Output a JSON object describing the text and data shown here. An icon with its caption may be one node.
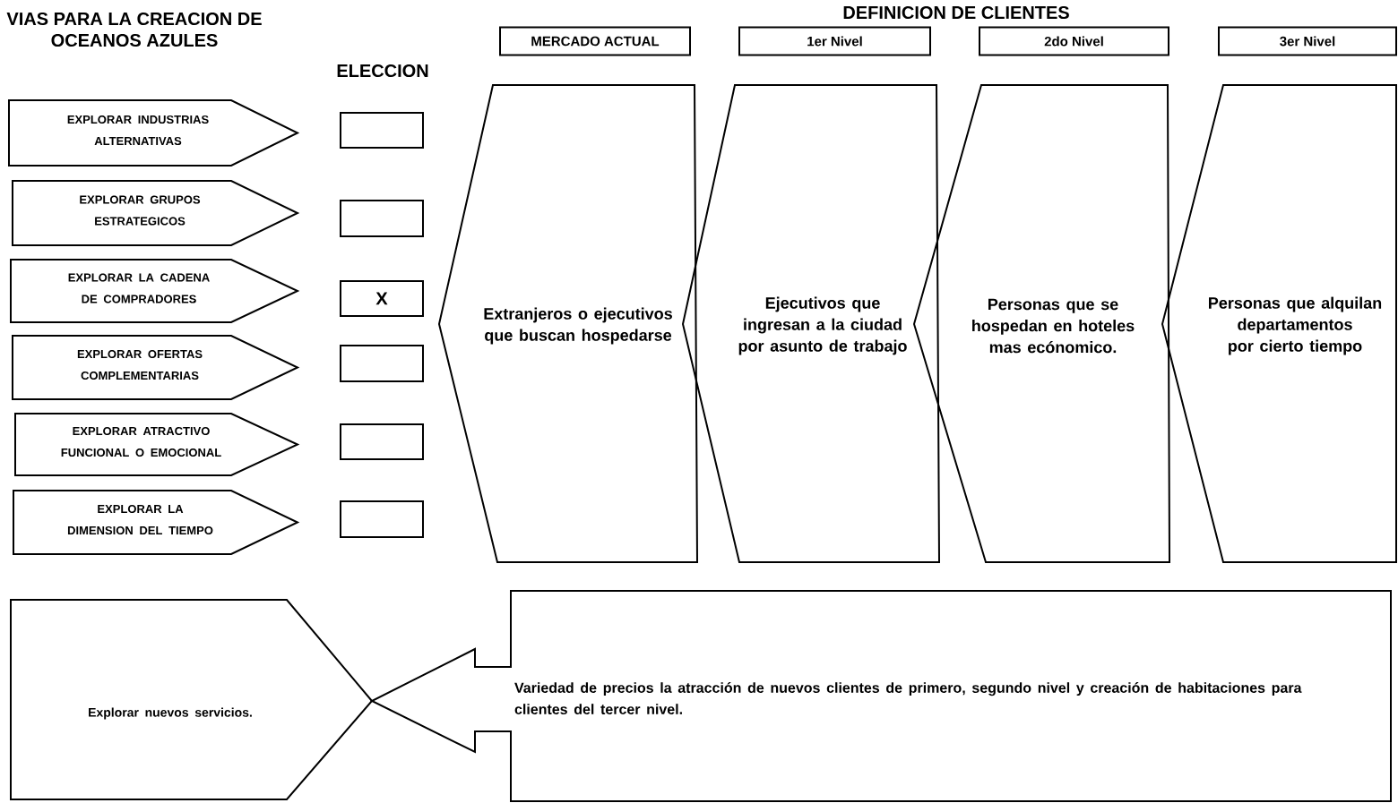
{
  "diagram": {
    "title": "VIAS PARA LA CREACION DE OCEANOS AZULES",
    "nodes": [
      {
        "text": [
          "EXPLORAR INDUSTRIAS ALTERNATIVAS"
        ]
      },
      {
        "text": [
          "EXPLORAR GRUPOS ESTRATEGICOS"
        ]
      },
      {
        "text": [
          "EXPLORAR LA CADENA DE COMPRADORES"
        ]
      },
      {
        "text": [
          "EXPLORAR OFERTAS COMPLEMENTARIAS"
        ]
      },
      {
        "text": [
          "EXPLORAR ATRACTIVO FUNCIONAL O EMOCIONAL"
        ]
      },
      {
        "text": [
          "EXPLORAR LA DIMENSION DEL TIEMPO"
        ]
      },
      {
        "text": [],
        "shape": "box"
      },
      {
        "text": [],
        "shape": "box"
      },
      {
        "text": [
          "X"
        ]
      },
      {
        "text": [],
        "shape": "box"
      },
      {
        "text": [],
        "shape": "box"
      },
      {
        "text": [],
        "shape": "box"
      },
      {
        "text": [
          "MERCADO ACTUAL"
        ]
      },
      {
        "text": [
          "1er Nivel"
        ]
      },
      {
        "text": [
          "2do Nivel"
        ]
      },
      {
        "text": [
          "3er Nivel"
        ]
      },
      {
        "text": [
          "Extranjeros o ejecutivos que buscan hospedarse"
        ]
      },
      {
        "text": [
          "Ejecutivos que ingresan a la ciudad por asunto de trabajo"
        ]
      },
      {
        "text": [
          "Personas que se hospedan en hoteles mas ecónomico."
        ]
      },
      {
        "text": [
          "Personas que alquilan departamentos por cierto tiempo"
        ]
      },
      {
        "text": [
          "Explorar nuevos servicios."
        ]
      },
      {
        "text": [
          "Variedad de precios la atracción de nuevos clientes de primero, segundo nivel y creación de habitaciones para clientes del tercer nivel."
        ]
      }
    ],
    "labels": [
      "DEFINICION DE CLIENTES",
      "ELECCION"
    ]
  }
}
